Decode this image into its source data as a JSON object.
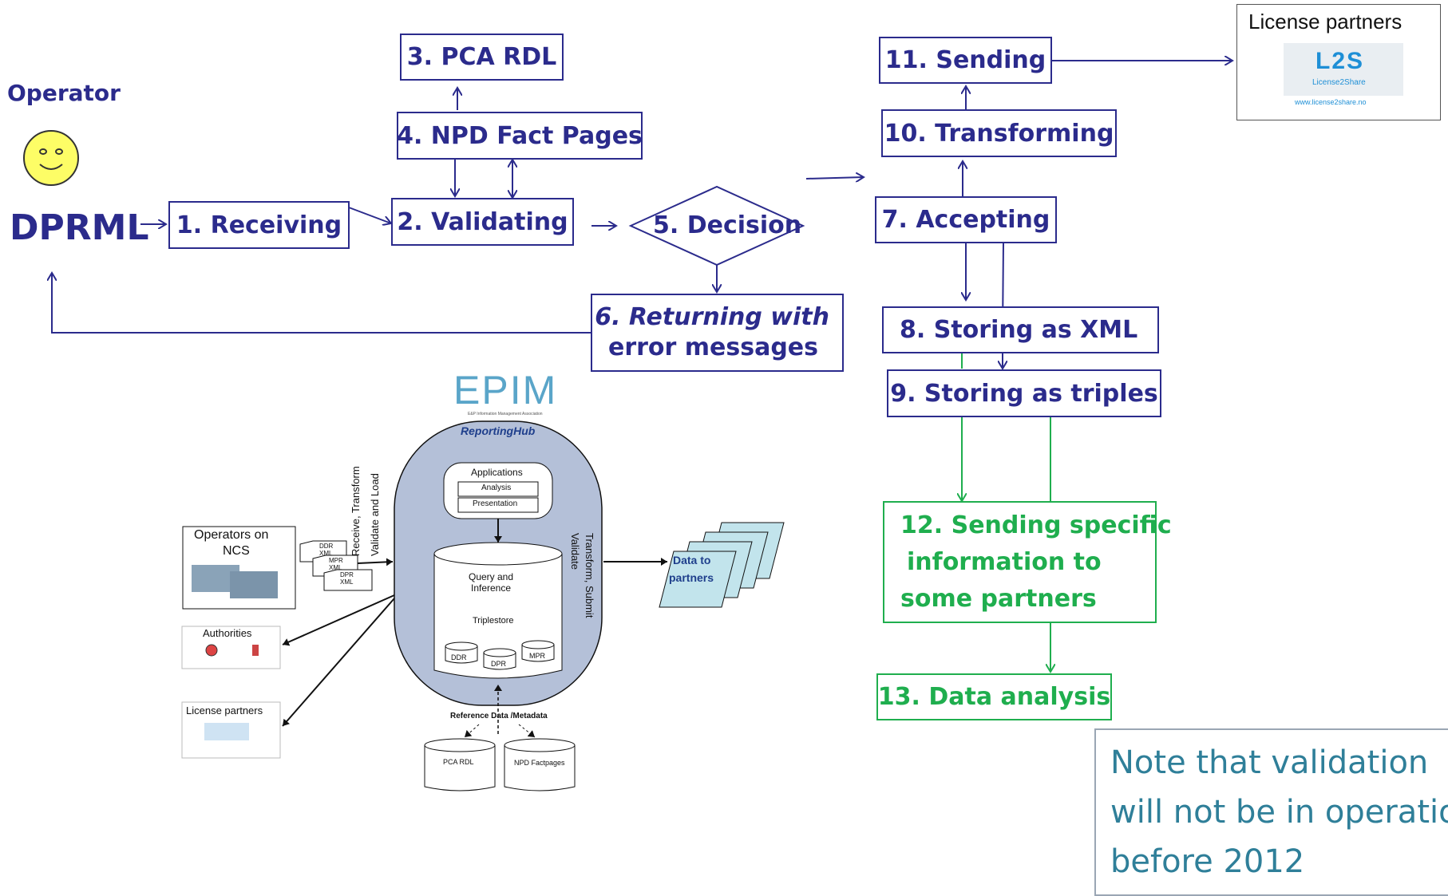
{
  "actor": {
    "role": "Operator",
    "format": "DPRML"
  },
  "steps": {
    "s1": "1. Receiving",
    "s2": "2. Validating",
    "s3": "3. PCA RDL",
    "s4": "4. NPD Fact Pages",
    "s5": "5. Decision",
    "s6a": "6. Returning with",
    "s6b": "error messages",
    "s7": "7. Accepting",
    "s8": "8. Storing as XML",
    "s9": "9. Storing as triples",
    "s10": "10. Transforming",
    "s11": "11. Sending",
    "s12a": "12. Sending specific",
    "s12b": "information to",
    "s12c": "some partners",
    "s13": "13. Data analysis"
  },
  "license_box": {
    "title": "License partners",
    "logo_text": "L2S",
    "logo_sub": "License2Share",
    "url": "www.license2share.no"
  },
  "note": {
    "line1": "Note that validation",
    "line2": "will not be in operation",
    "line3": "before 2012"
  },
  "hub": {
    "logo": "EPIM",
    "logo_sub": "E&P Information Management Association",
    "title": "ReportingHub",
    "applications": "Applications",
    "analysis": "Analysis",
    "presentation": "Presentation",
    "query1": "Query and",
    "query2": "Inference",
    "triplestore": "Triplestore",
    "ddr": "DDR",
    "dpr": "DPR",
    "mpr": "MPR",
    "left_side1": "Receive, Transform",
    "left_side2": "Validate and Load",
    "right_side1": "Transform, Submit",
    "right_side2": "Validate",
    "ref": "Reference Data /Metadata",
    "operators1": "Operators on",
    "operators2": "NCS",
    "docs": [
      "DDR\nXML",
      "MPR\nXML",
      "DPR\nXML"
    ],
    "authorities": "Authorities",
    "license_partners": "License partners",
    "data_to1": "Data to",
    "data_to2": "partners",
    "pca_rdl": "PCA RDL",
    "npd_factpages": "NPD Factpages"
  },
  "colors": {
    "navy": "#2b2b8c",
    "green": "#1fae4e",
    "note": "#2f7f99"
  }
}
